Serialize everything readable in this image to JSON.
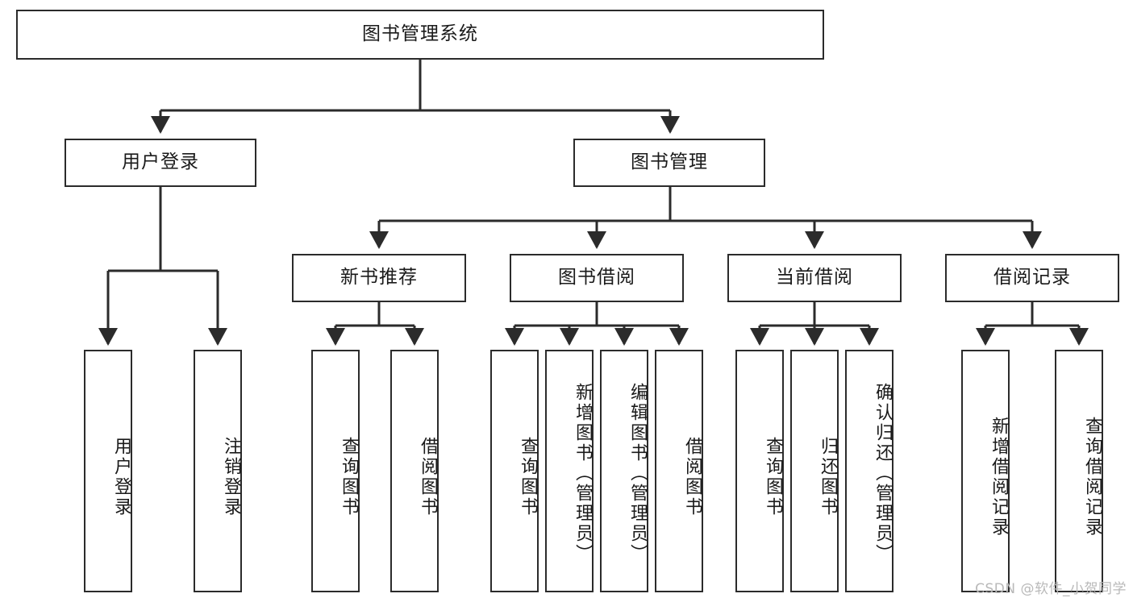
{
  "diagram": {
    "title": "图书管理系统",
    "watermark": "CSDN @软件_小贺同学",
    "colors": {
      "stroke": "#2b2b2b",
      "fill": "#ffffff",
      "text": "#1a1a1a",
      "watermark": "#b9b9b9",
      "background": "#ffffff"
    },
    "root": {
      "label": "图书管理系统"
    },
    "level2": [
      {
        "label": "用户登录"
      },
      {
        "label": "图书管理"
      }
    ],
    "level3": [
      {
        "label": "新书推荐"
      },
      {
        "label": "图书借阅"
      },
      {
        "label": "当前借阅"
      },
      {
        "label": "借阅记录"
      }
    ],
    "leaves": {
      "user_login": [
        {
          "label": "用户登录"
        },
        {
          "label": "注销登录"
        }
      ],
      "new_book_recommend": [
        {
          "label": "查询图书"
        },
        {
          "label": "借阅图书"
        }
      ],
      "book_borrow": [
        {
          "label": "查询图书"
        },
        {
          "label": "新增图书（管理员）"
        },
        {
          "label": "编辑图书（管理员）"
        },
        {
          "label": "借阅图书"
        }
      ],
      "current_borrow": [
        {
          "label": "查询图书"
        },
        {
          "label": "归还图书"
        },
        {
          "label": "确认归还（管理员）"
        }
      ],
      "borrow_records": [
        {
          "label": "新增借阅记录"
        },
        {
          "label": "查询借阅记录"
        }
      ]
    }
  }
}
